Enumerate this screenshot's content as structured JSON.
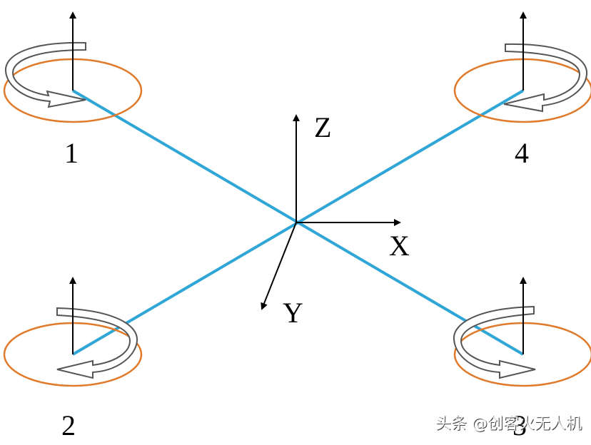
{
  "axes": {
    "z": "Z",
    "x": "X",
    "y": "Y"
  },
  "rotors": [
    {
      "label": "1"
    },
    {
      "label": "2"
    },
    {
      "label": "3"
    },
    {
      "label": "4"
    }
  ],
  "watermark": "头条 @创客火无人机",
  "colors": {
    "frame": "#2fa6d6",
    "rotor_ring": "#e07a2a",
    "arrow": "#000000",
    "rotation_arrow_fill": "#ffffff",
    "rotation_arrow_stroke": "#555555"
  },
  "icons": {
    "rotation": "curved-rotation-arrow-icon",
    "thrust": "thrust-arrow-icon"
  }
}
